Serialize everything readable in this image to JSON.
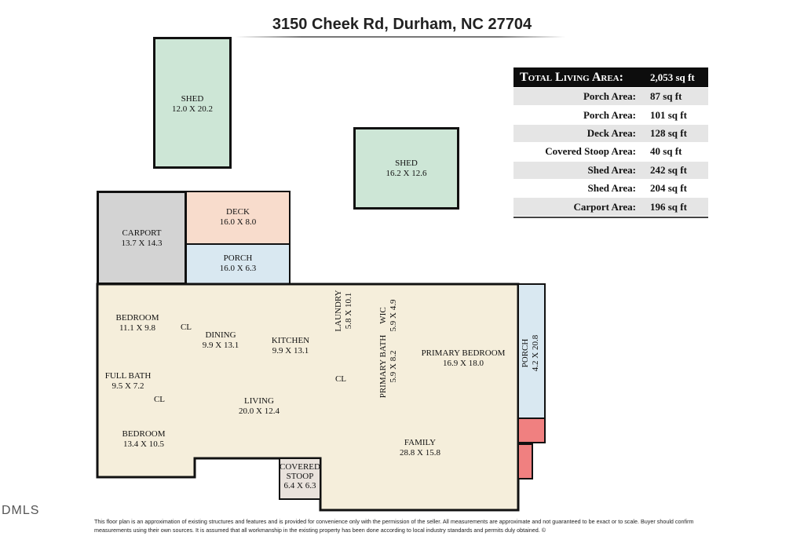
{
  "address": "3150 Cheek Rd, Durham, NC 27704",
  "colors": {
    "shed": "#cde6d6",
    "carport": "#d3d3d3",
    "deck": "#f8dccc",
    "porch": "#d9e8f1",
    "main": "#f5eedb",
    "stoop": "#e9e2dc",
    "accent_red": "#f08080",
    "wall": "#111111"
  },
  "rooms": {
    "shed1": {
      "name": "SHED",
      "dims": "12.0 X 20.2"
    },
    "shed2": {
      "name": "SHED",
      "dims": "16.2 X 12.6"
    },
    "carport": {
      "name": "CARPORT",
      "dims": "13.7 X 14.3"
    },
    "deck": {
      "name": "DECK",
      "dims": "16.0 X 8.0"
    },
    "porch_top": {
      "name": "PORCH",
      "dims": "16.0 X 6.3"
    },
    "porch_side": {
      "name": "PORCH",
      "dims": "4.2 X 20.8"
    },
    "bedroom1": {
      "name": "BEDROOM",
      "dims": "11.1 X 9.8"
    },
    "dining": {
      "name": "DINING",
      "dims": "9.9 X 13.1"
    },
    "kitchen": {
      "name": "KITCHEN",
      "dims": "9.9 X 13.1"
    },
    "laundry": {
      "name": "LAUNDRY",
      "dims": "5.8 X 10.1"
    },
    "wic": {
      "name": "WIC",
      "dims": "5.9 X 4.9"
    },
    "primary_bath": {
      "name": "PRIMARY BATH",
      "dims": "5.9 X 8.2"
    },
    "primary_bedroom": {
      "name": "PRIMARY BEDROOM",
      "dims": "16.9 X 18.0"
    },
    "full_bath": {
      "name": "FULL BATH",
      "dims": "9.5 X 7.2"
    },
    "living": {
      "name": "LIVING",
      "dims": "20.0 X 12.4"
    },
    "bedroom2": {
      "name": "BEDROOM",
      "dims": "13.4 X 10.5"
    },
    "family": {
      "name": "FAMILY",
      "dims": "28.8 X 15.8"
    },
    "covered_stoop": {
      "name": "COVERED STOOP",
      "dims": "6.4 X 6.3"
    }
  },
  "closets": {
    "cl1": "CL",
    "cl2": "CL",
    "cl3": "CL"
  },
  "area_table": {
    "header": {
      "label": "Total Living Area:",
      "value": "2,053 sq ft"
    },
    "rows": [
      {
        "label": "Porch Area:",
        "value": "87 sq ft"
      },
      {
        "label": "Porch Area:",
        "value": "101 sq ft"
      },
      {
        "label": "Deck Area:",
        "value": "128 sq ft"
      },
      {
        "label": "Covered Stoop Area:",
        "value": "40 sq ft"
      },
      {
        "label": "Shed Area:",
        "value": "242 sq ft"
      },
      {
        "label": "Shed Area:",
        "value": "204 sq ft"
      },
      {
        "label": "Carport Area:",
        "value": "196 sq ft"
      }
    ]
  },
  "disclaimer": "This floor plan is an approximation of existing structures and features and is provided for convenience only with the permission of the seller.  All measurements are approximate and not guaranteed to be exact or to scale.  Buyer should confirm measurements using their own sources.  It is assumed that all workmanship in the existing property has been done according to local industry standards and permits duly obtained.  ©",
  "mls_logo": "DMLS"
}
